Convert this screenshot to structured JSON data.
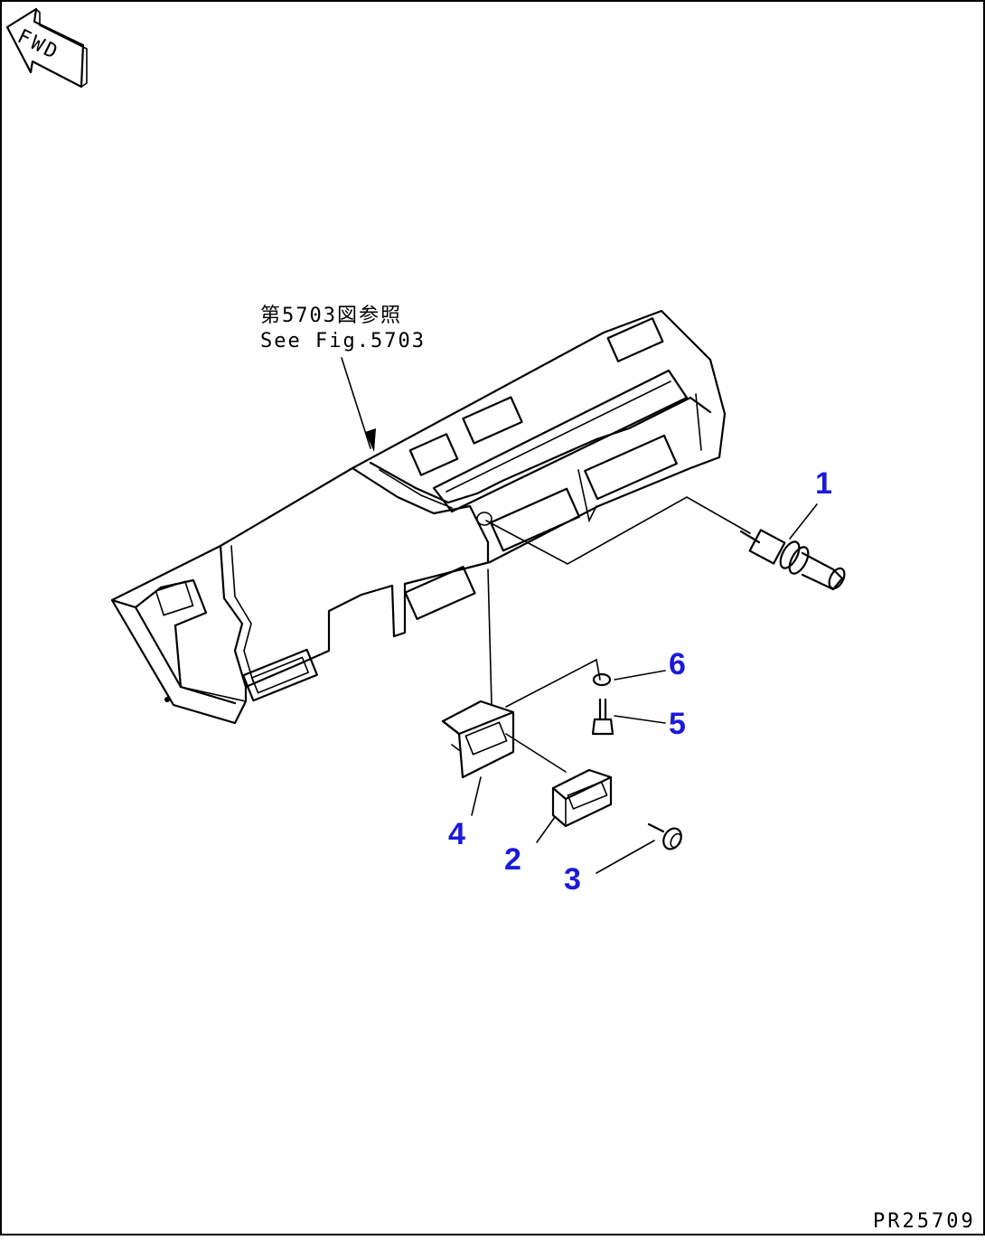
{
  "direction_arrow": {
    "label": "FWD",
    "icon": "fwd-arrow-icon"
  },
  "reference_note": {
    "line_jp": "第5703図参照",
    "line_en": "See Fig.5703"
  },
  "callouts": [
    {
      "id": "1",
      "label": "1"
    },
    {
      "id": "2",
      "label": "2"
    },
    {
      "id": "3",
      "label": "3"
    },
    {
      "id": "4",
      "label": "4"
    },
    {
      "id": "5",
      "label": "5"
    },
    {
      "id": "6",
      "label": "6"
    }
  ],
  "figure_code": "PR25709",
  "colors": {
    "callout": "#1a1adc",
    "line": "#000000",
    "background": "#ffffff"
  }
}
